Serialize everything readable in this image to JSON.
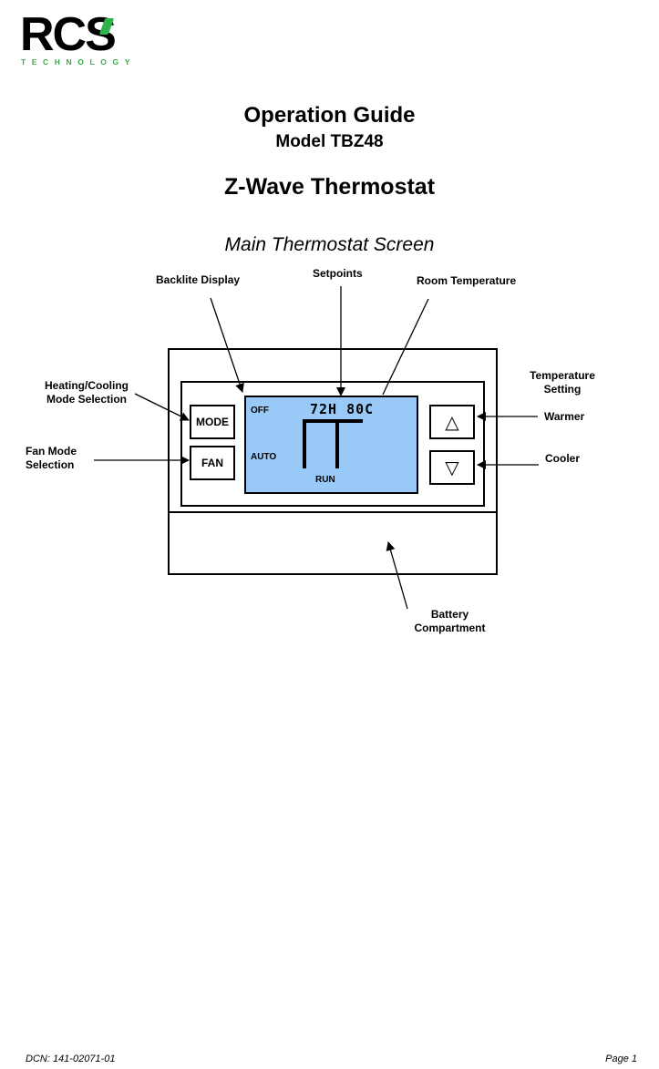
{
  "logo": {
    "name": "RCS",
    "sub": "TECHNOLOGY"
  },
  "title": "Operation Guide",
  "model": "Model TBZ48",
  "product": "Z-Wave Thermostat",
  "section": "Main Thermostat Screen",
  "callouts": {
    "backlite": "Backlite Display",
    "setpoints": "Setpoints",
    "room_temp": "Room Temperature",
    "heat_cool": "Heating/Cooling Mode Selection",
    "fan_mode": "Fan Mode Selection",
    "temp_setting": "Temperature Setting",
    "warmer": "Warmer",
    "cooler": "Cooler",
    "battery": "Battery Compartment"
  },
  "device": {
    "mode_button": "MODE",
    "fan_button": "FAN",
    "up_icon": "up-triangle",
    "down_icon": "down-triangle",
    "up_glyph": "△",
    "down_glyph": "▽",
    "lcd": {
      "off": "OFF",
      "auto": "AUTO",
      "run": "RUN",
      "temps": "72H 80C",
      "color": "#99c9f7"
    }
  },
  "footer": {
    "dcn": "DCN: 141-02071-01",
    "page": "Page 1"
  }
}
